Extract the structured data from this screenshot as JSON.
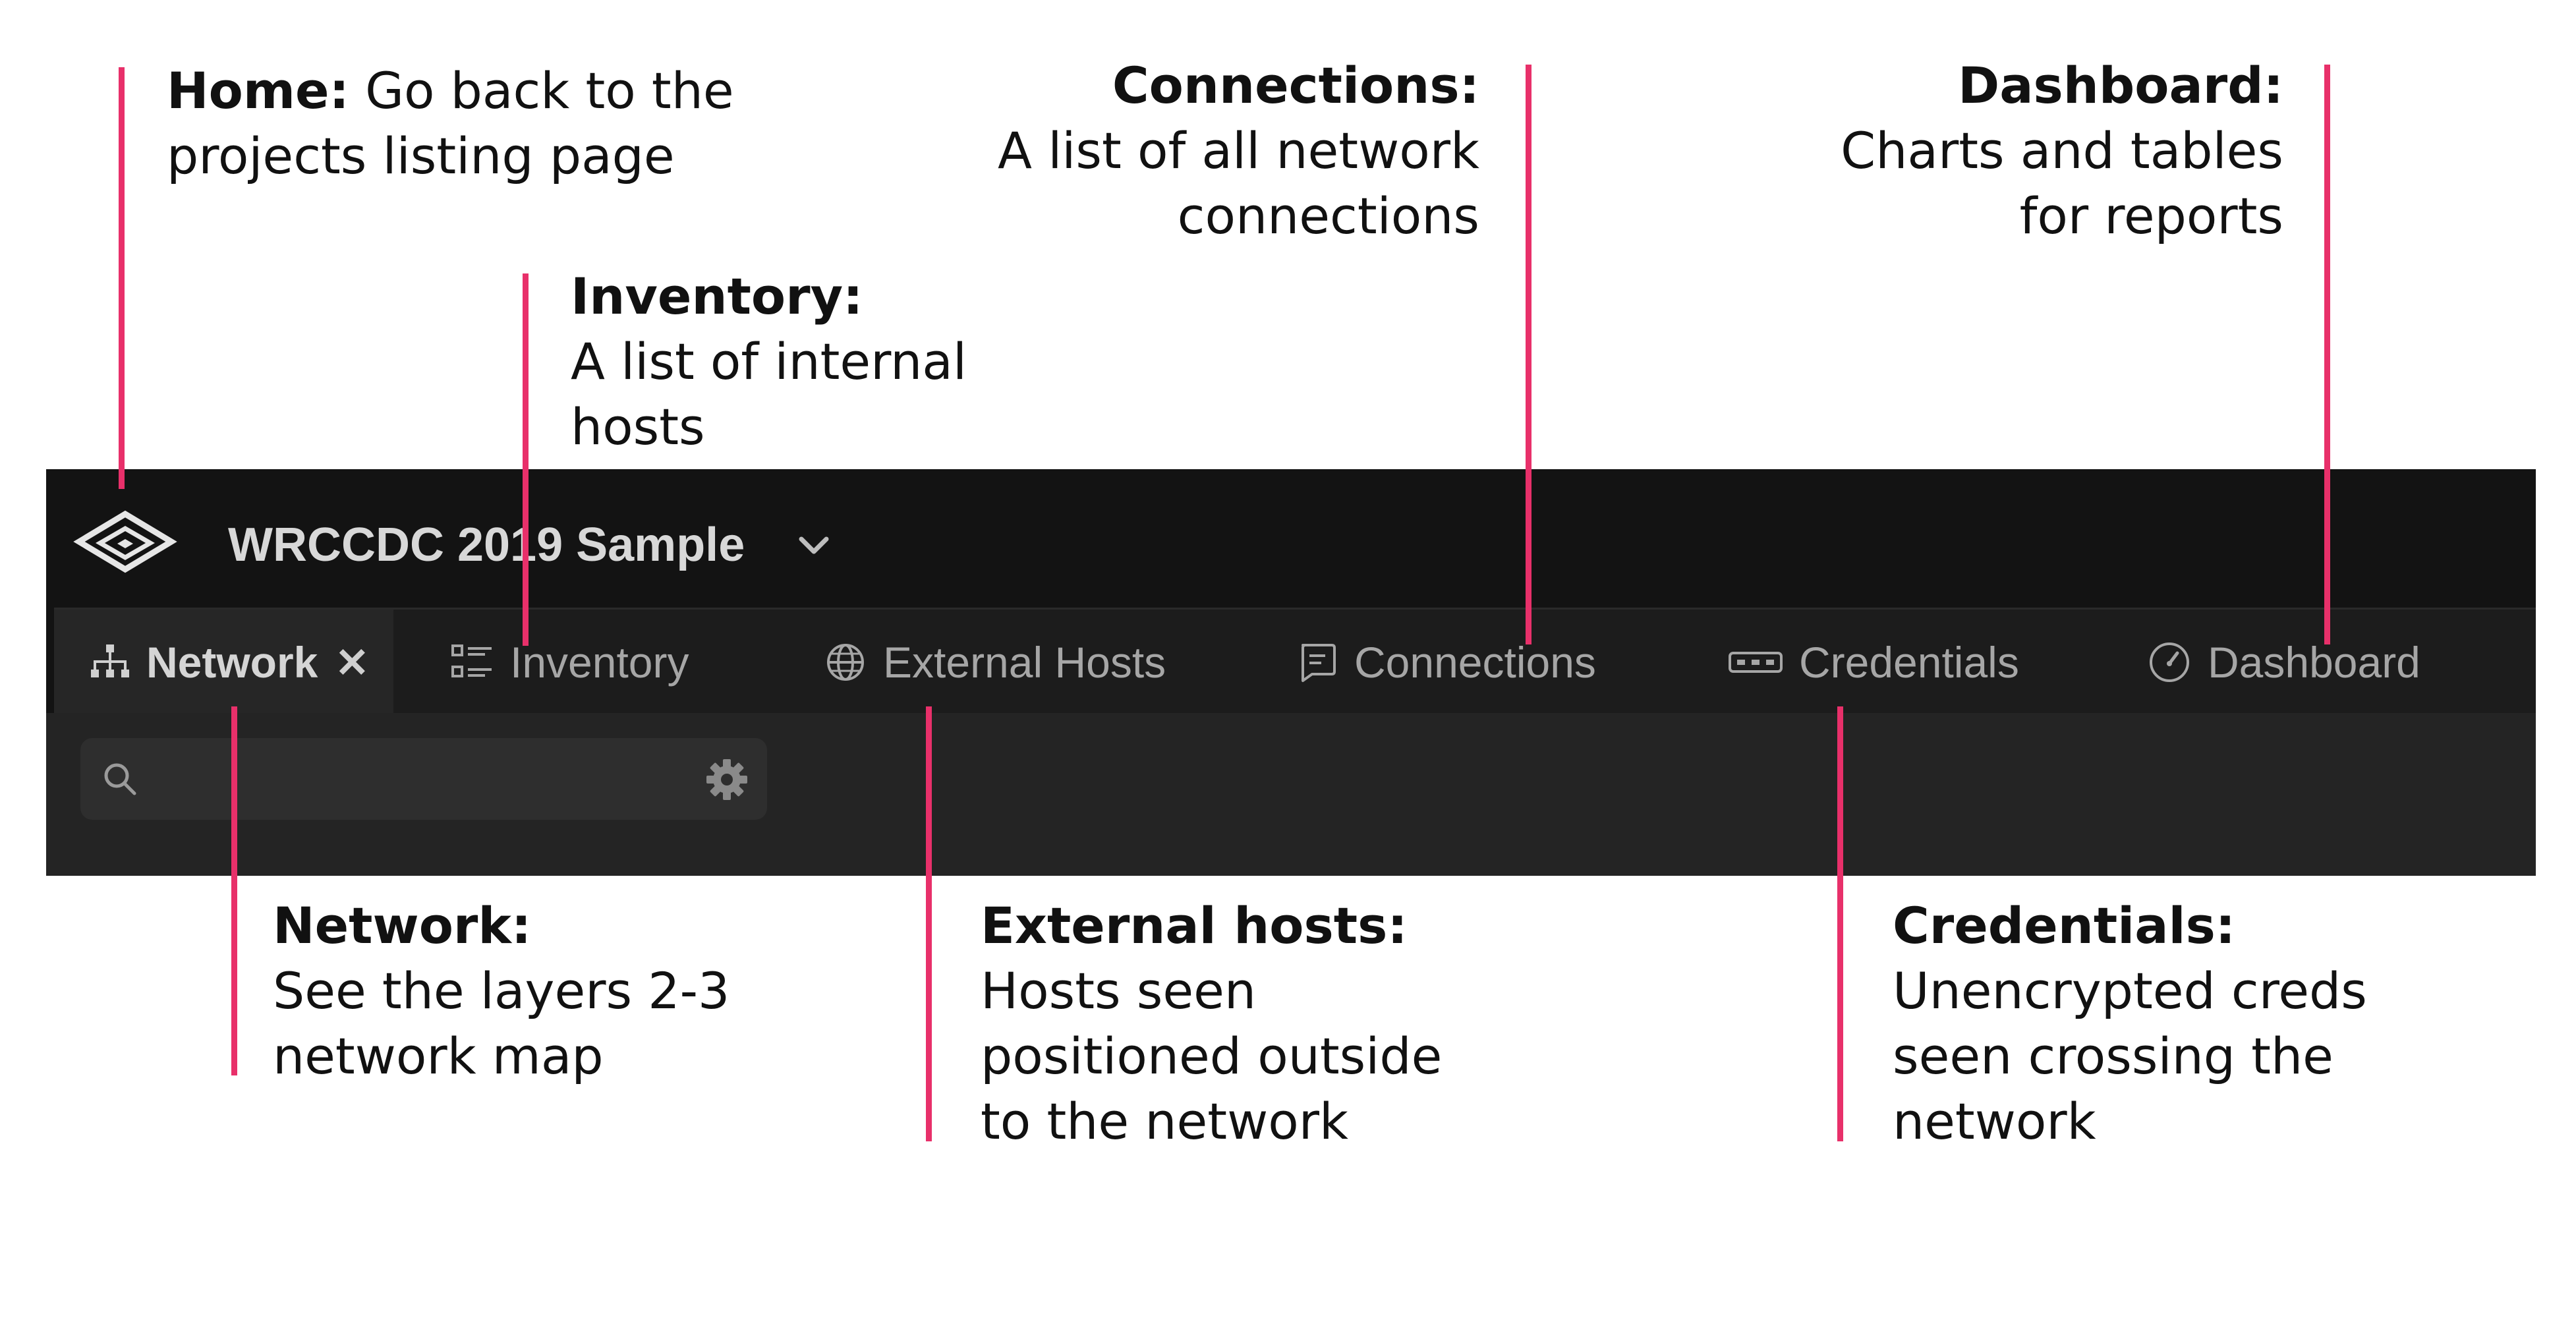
{
  "colors": {
    "callout_line": "#e8306a",
    "app_background": "#131313",
    "tab_bar": "#1c1c1c",
    "active_tab": "#262626",
    "toolbar": "#242424"
  },
  "app": {
    "project_title": "WRCCDC 2019 Sample",
    "logo_icon": "layers-diamond-icon",
    "tabs": [
      {
        "label": "Network",
        "icon": "network-tree-icon",
        "active": true,
        "closable": true
      },
      {
        "label": "Inventory",
        "icon": "list-icon"
      },
      {
        "label": "External Hosts",
        "icon": "globe-icon"
      },
      {
        "label": "Connections",
        "icon": "message-icon"
      },
      {
        "label": "Credentials",
        "icon": "password-dots-icon"
      },
      {
        "label": "Dashboard",
        "icon": "gauge-icon"
      }
    ],
    "close_glyph": "✕",
    "search": {
      "placeholder": "",
      "icon": "search-icon",
      "settings_icon": "gear-icon"
    }
  },
  "annotations": {
    "home": {
      "title": "Home:",
      "description": "Go back to the projects listing page"
    },
    "inventory": {
      "title": "Inventory:",
      "description": "A list of internal hosts"
    },
    "connections": {
      "title": "Connections:",
      "description": "A list of all network connections"
    },
    "dashboard": {
      "title": "Dashboard:",
      "description": "Charts and tables for reports"
    },
    "network": {
      "title": "Network:",
      "description": "See the layers 2-3 network map"
    },
    "external_hosts": {
      "title": "External hosts:",
      "description": "Hosts seen positioned outside to the network"
    },
    "credentials": {
      "title": "Credentials:",
      "description": "Unencrypted creds seen crossing the network"
    }
  }
}
